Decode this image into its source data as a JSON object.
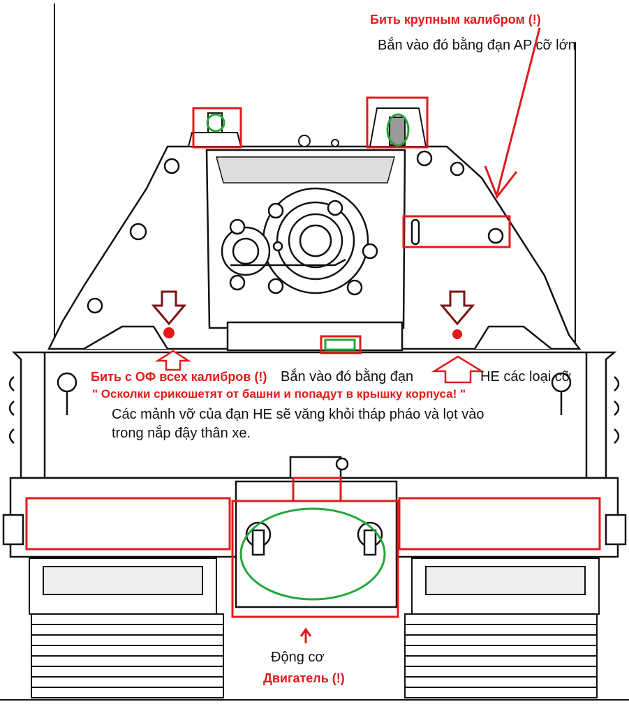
{
  "colors": {
    "accent_red": "#e01b1b",
    "accent_green": "#22a83a",
    "arrow_dark_red": "#7a1414",
    "line_black": "#111111"
  },
  "annotations": {
    "big_caliber_ru": "Бить крупным калибром (!)",
    "big_caliber_vi": "Bắn vào đó bằng đạn AP cỡ lớn",
    "he_ru": "Бить с ОФ всех калибров (!)",
    "he_vi_a": "Bắn vào đó bằng đạn",
    "he_vi_b": "HE các loại cỡ",
    "ricochet_ru": "\" Осколки срикошетят от башни и попадут в крышку корпуса! \"",
    "ricochet_vi_line1": "Các mảnh vỡ của đạn HE sẽ văng khỏi tháp pháo và lọt vào",
    "ricochet_vi_line2": "trong nắp đậy thân xe.",
    "engine_vi": "Động cơ",
    "engine_ru": "Двигатель (!)"
  }
}
